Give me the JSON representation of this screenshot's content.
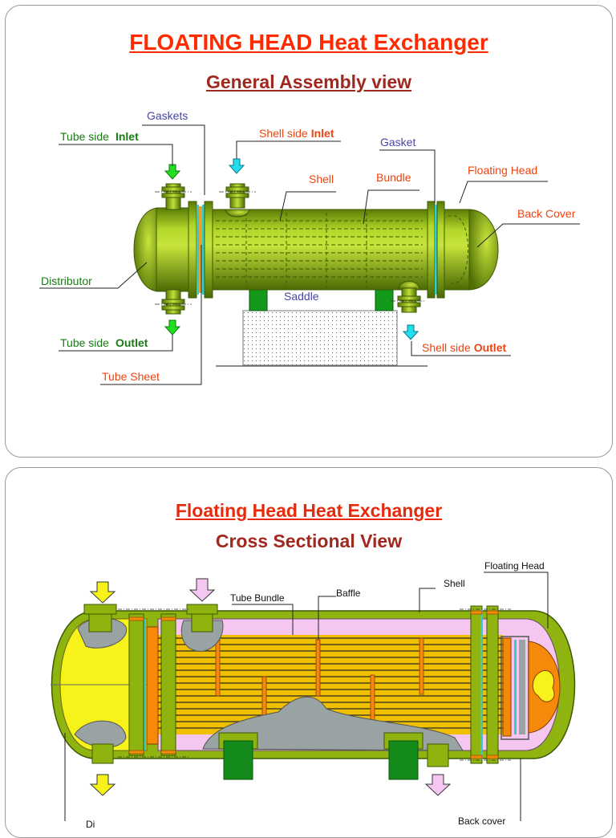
{
  "slide1": {
    "title": "FLOATING HEAD Heat Exchanger",
    "subtitle": "General Assembly view",
    "labels": {
      "gaskets": "Gaskets",
      "tube_side_inlet_prefix": "Tube side",
      "tube_side_inlet_bold": "Inlet",
      "shell_side_inlet_prefix": "Shell side",
      "shell_side_inlet_bold": "Inlet",
      "gasket": "Gasket",
      "shell": "Shell",
      "bundle": "Bundle",
      "floating_head": "Floating Head",
      "back_cover": "Back Cover",
      "distributor": "Distributor",
      "saddle": "Saddle",
      "tube_side_outlet_prefix": "Tube side",
      "tube_side_outlet_bold": "Outlet",
      "shell_side_outlet_prefix": "Shell side",
      "shell_side_outlet_bold": "Outlet",
      "tube_sheet": "Tube Sheet"
    }
  },
  "slide2": {
    "title": "Floating Head Heat Exchanger",
    "subtitle": "Cross Sectional View",
    "labels": {
      "floating_head": "Floating Head",
      "shell": "Shell",
      "baffle": "Baffle",
      "tube_bundle": "Tube Bundle",
      "back_cover": "Back cover",
      "bottom_cut": "Di"
    }
  },
  "colors": {
    "vessel_green": "#8fb30f",
    "vessel_dark": "#3d5a06",
    "saddle_green": "#138a1a",
    "title_red": "#ff2a00",
    "subtitle_maroon": "#a0281e",
    "label_orange": "#ee4411",
    "label_green": "#1a7a14",
    "label_blue": "#4646a8",
    "shell_pink": "#f5c6f0",
    "channel_yellow": "#f7f21a",
    "sheet_orange": "#f58a0a",
    "grey_cut": "#99a3a3"
  }
}
